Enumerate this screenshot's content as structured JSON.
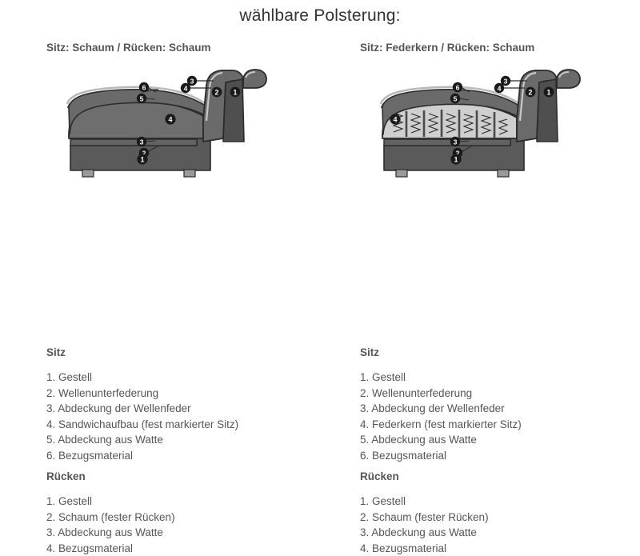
{
  "title": "wählbare Polsterung:",
  "columns": [
    {
      "header": "Sitz: Schaum / Rücken: Schaum",
      "diagram": {
        "name": "sofa-cross-section-foam",
        "type": "foam",
        "callouts": [
          "1",
          "2",
          "3",
          "4",
          "5",
          "6"
        ]
      },
      "sitz": {
        "title": "Sitz",
        "items": [
          "1. Gestell",
          "2. Wellenunterfederung",
          "3. Abdeckung der Wellenfeder",
          "4. Sandwichaufbau (fest markierter Sitz)",
          "5. Abdeckung aus Watte",
          "6. Bezugsmaterial"
        ]
      },
      "ruecken": {
        "title": "Rücken",
        "items": [
          "1. Gestell",
          "2. Schaum (fester Rücken)",
          "3. Abdeckung aus Watte",
          "4. Bezugsmaterial"
        ]
      }
    },
    {
      "header": "Sitz: Federkern / Rücken: Schaum",
      "diagram": {
        "name": "sofa-cross-section-spring",
        "type": "spring",
        "callouts": [
          "1",
          "2",
          "3",
          "4",
          "5",
          "6"
        ]
      },
      "sitz": {
        "title": "Sitz",
        "items": [
          "1. Gestell",
          "2. Wellenunterfederung",
          "3. Abdeckung der Wellenfeder",
          "4. Federkern (fest markierter Sitz)",
          "5. Abdeckung aus Watte",
          "6. Bezugsmaterial"
        ]
      },
      "ruecken": {
        "title": "Rücken",
        "items": [
          "1. Gestell",
          "2. Schaum (fester Rücken)",
          "3. Abdeckung aus Watte",
          "4. Bezugsmaterial"
        ]
      }
    }
  ],
  "colors": {
    "background": "#ffffff",
    "text": "#555555",
    "title": "#333333",
    "cushion": "#6e6e6e",
    "base": "#5a5a5a",
    "backrest": "#6a6a6a",
    "backrest_dark": "#4f4f4f",
    "outline": "#2b2b2b",
    "highlight": "#c9c9c9",
    "feet": "#9a9a9a",
    "badge": "#1a1a1a",
    "badge_text": "#ffffff"
  }
}
